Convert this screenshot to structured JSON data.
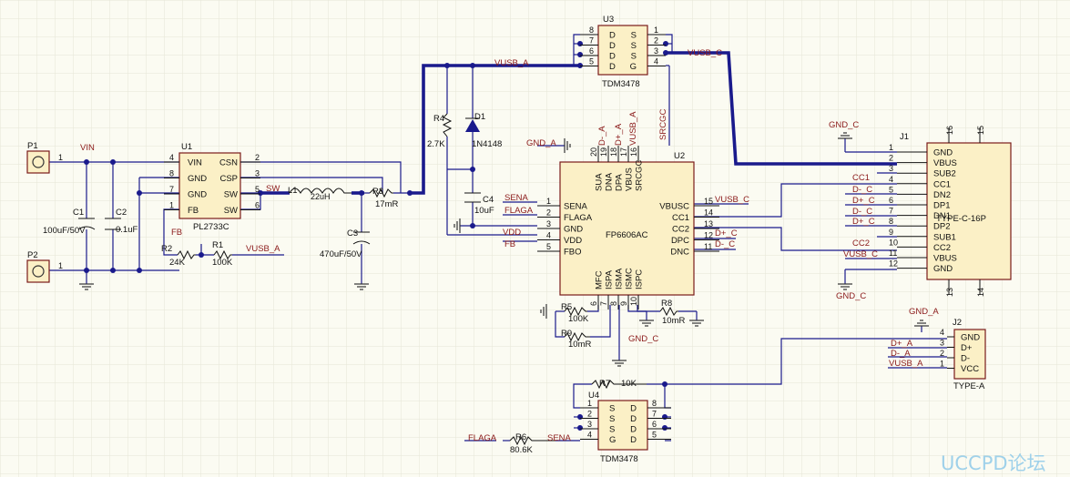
{
  "parts": {
    "p1": {
      "ref": "P1",
      "pin": "1"
    },
    "p2": {
      "ref": "P2",
      "pin": "1"
    },
    "c1": {
      "ref": "C1",
      "value": "100uF/50V"
    },
    "c2": {
      "ref": "C2",
      "value": "0.1uF"
    },
    "c3": {
      "ref": "C3",
      "value": "470uF/50V"
    },
    "c4": {
      "ref": "C4",
      "value": "10uF"
    },
    "r1": {
      "ref": "R1",
      "value": "100K"
    },
    "r2": {
      "ref": "R2",
      "value": "24K"
    },
    "r3": {
      "ref": "R3",
      "value": "17mR"
    },
    "r4": {
      "ref": "R4",
      "value": "2.7K"
    },
    "r5": {
      "ref": "R5",
      "value": "100K"
    },
    "r6": {
      "ref": "R6",
      "value": "80.6K"
    },
    "r7": {
      "ref": "R7",
      "value": "10K"
    },
    "r8": {
      "ref": "R8",
      "value": "10mR"
    },
    "r9": {
      "ref": "R9",
      "value": "10mR"
    },
    "l1": {
      "ref": "L1",
      "value": "22uH"
    },
    "d1": {
      "ref": "D1",
      "value": "1N4148"
    },
    "u1": {
      "ref": "U1",
      "name": "PL2733C",
      "left": [
        {
          "n": "4",
          "name": "VIN"
        },
        {
          "n": "8",
          "name": "GND"
        },
        {
          "n": "7",
          "name": "GND"
        },
        {
          "n": "1",
          "name": "FB"
        }
      ],
      "right": [
        {
          "n": "2",
          "name": "CSN"
        },
        {
          "n": "3",
          "name": "CSP"
        },
        {
          "n": "5",
          "name": "SW"
        },
        {
          "n": "6",
          "name": "SW"
        }
      ]
    },
    "u2": {
      "ref": "U2",
      "name": "FP6606AC",
      "left": [
        {
          "n": "1",
          "name": "SENA"
        },
        {
          "n": "2",
          "name": "FLAGA"
        },
        {
          "n": "3",
          "name": "GND"
        },
        {
          "n": "4",
          "name": "VDD"
        },
        {
          "n": "5",
          "name": "FBO"
        }
      ],
      "right": [
        {
          "n": "15",
          "name": "VBUSC"
        },
        {
          "n": "14",
          "name": "CC1"
        },
        {
          "n": "13",
          "name": "CC2"
        },
        {
          "n": "12",
          "name": "DPC"
        },
        {
          "n": "11",
          "name": "DNC"
        }
      ],
      "top": [
        {
          "n": "20",
          "name": "SUA"
        },
        {
          "n": "19",
          "name": "DNA"
        },
        {
          "n": "18",
          "name": "DPA"
        },
        {
          "n": "17",
          "name": "VBUS"
        },
        {
          "n": "16",
          "name": "SRCGC"
        }
      ],
      "bottom": [
        {
          "n": "6",
          "name": "MFC"
        },
        {
          "n": "7",
          "name": "ISPA"
        },
        {
          "n": "8",
          "name": "ISMA"
        },
        {
          "n": "9",
          "name": "ISMC"
        },
        {
          "n": "10",
          "name": "ISPC"
        }
      ]
    },
    "u3": {
      "ref": "U3",
      "name": "TDM3478",
      "left": [
        {
          "n": "8",
          "name": "D"
        },
        {
          "n": "7",
          "name": "D"
        },
        {
          "n": "6",
          "name": "D"
        },
        {
          "n": "5",
          "name": "D"
        }
      ],
      "right": [
        {
          "n": "1",
          "name": "S"
        },
        {
          "n": "2",
          "name": "S"
        },
        {
          "n": "3",
          "name": "S"
        },
        {
          "n": "4",
          "name": "G"
        }
      ]
    },
    "u4": {
      "ref": "U4",
      "name": "TDM3478",
      "left": [
        {
          "n": "1",
          "name": "S"
        },
        {
          "n": "2",
          "name": "S"
        },
        {
          "n": "3",
          "name": "S"
        },
        {
          "n": "4",
          "name": "G"
        }
      ],
      "right": [
        {
          "n": "8",
          "name": "D"
        },
        {
          "n": "7",
          "name": "D"
        },
        {
          "n": "6",
          "name": "D"
        },
        {
          "n": "5",
          "name": "D"
        }
      ]
    },
    "j1": {
      "ref": "J1",
      "name": "TYPE-C-16P",
      "top_pins": [
        "16",
        "15"
      ],
      "bottom_pins": [
        "13",
        "14"
      ],
      "pins": [
        {
          "n": "1",
          "name": "GND"
        },
        {
          "n": "2",
          "name": "VBUS"
        },
        {
          "n": "3",
          "name": "SUB2"
        },
        {
          "n": "4",
          "name": "CC1"
        },
        {
          "n": "5",
          "name": "DN2"
        },
        {
          "n": "6",
          "name": "DP1"
        },
        {
          "n": "7",
          "name": "DN1"
        },
        {
          "n": "8",
          "name": "DP2"
        },
        {
          "n": "9",
          "name": "SUB1"
        },
        {
          "n": "10",
          "name": "CC2"
        },
        {
          "n": "11",
          "name": "VBUS"
        },
        {
          "n": "12",
          "name": "GND"
        }
      ]
    },
    "j2": {
      "ref": "J2",
      "name": "TYPE-A",
      "pins": [
        {
          "n": "4",
          "name": "GND"
        },
        {
          "n": "3",
          "name": "D+"
        },
        {
          "n": "2",
          "name": "D-"
        },
        {
          "n": "1",
          "name": "VCC"
        }
      ]
    }
  },
  "nets": {
    "vin": "VIN",
    "vusb_a": "VUSB_A",
    "vusb_c": "VUSB_C",
    "gnd_c": "GND_C",
    "gnd_a": "GND_A",
    "fb": "FB",
    "sw": "SW",
    "sena": "SENA",
    "flaga": "FLAGA",
    "vdd": "VDD",
    "d_minus_a": "D-_A",
    "d_plus_a": "D+_A",
    "d_plus_c": "D+_C",
    "d_minus_c": "D-_C",
    "srcgc": "SRCGC",
    "cc1": "CC1",
    "cc2": "CC2",
    "d_minus": "D-",
    "d_plus": "D+"
  },
  "watermark": "UCCPD论坛"
}
